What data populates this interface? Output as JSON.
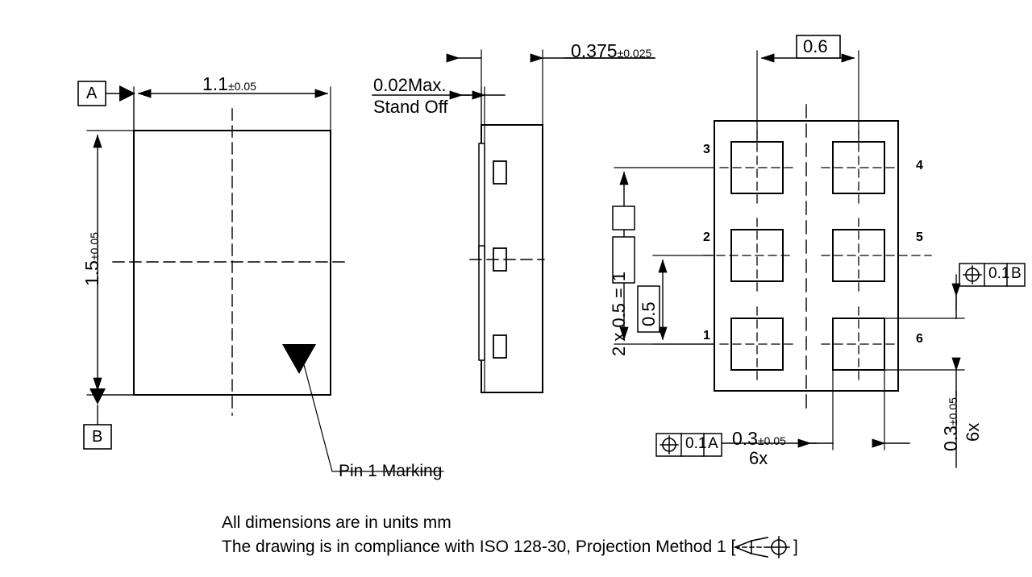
{
  "drawing": {
    "title": "SMD package mechanical outline drawing",
    "units_note": "All dimensions are in units mm",
    "standard_note": "The drawing is in compliance with ISO 128-30, Projection Method 1 [",
    "standard_note_close": "]",
    "line_color": "#000000",
    "fill_color": "#ffffff"
  },
  "top_view": {
    "name": "top-view",
    "datum_a": "A",
    "datum_b": "B",
    "width_dim": {
      "value": "1.1",
      "tol": "±0.05"
    },
    "height_dim": {
      "value": "1.5",
      "tol": "±0.05"
    },
    "pin1_label": "Pin 1 Marking"
  },
  "side_view": {
    "name": "side-view",
    "standoff_dim": {
      "line1": "0.02Max.",
      "line2": "Stand Off"
    },
    "thickness_dim": {
      "value": "0.375",
      "tol": "±0.025"
    }
  },
  "bottom_view": {
    "name": "bottom-view",
    "pad_pitch_x": "0.6",
    "pad_pitch_y_total": {
      "prefix": "2 x",
      "basic": "0.5",
      "eq": "=",
      "total": "1"
    },
    "pad_pitch_y": "0.5",
    "pad_width": {
      "value": "0.3",
      "tol": "±0.05",
      "count": "6x"
    },
    "pad_height": {
      "value": "0.3",
      "tol": "±0.05",
      "count": "6x"
    },
    "fcf_a": {
      "symbol": "position-icon",
      "tolerance": "0.1",
      "datum": "A"
    },
    "fcf_b": {
      "symbol": "position-icon",
      "tolerance": "0.1",
      "datum": "B"
    },
    "pin_numbers": [
      "3",
      "2",
      "1",
      "4",
      "5",
      "6"
    ]
  }
}
